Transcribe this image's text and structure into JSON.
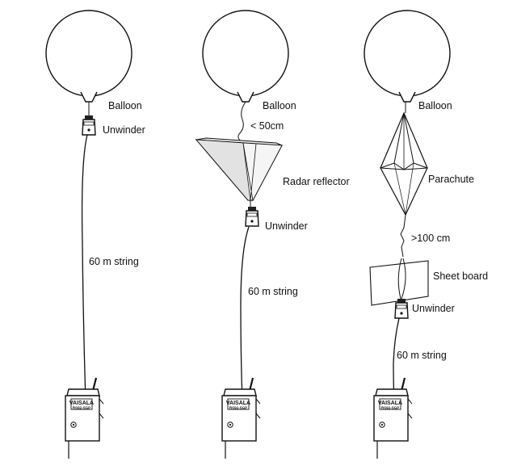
{
  "setups": [
    {
      "balloon_label": "Balloon",
      "unwinder_label": "Unwinder",
      "string_label": "60 m string",
      "radiosonde": {
        "brand": "VAISALA",
        "model": "RS92-SGP"
      }
    },
    {
      "balloon_label": "Balloon",
      "gap_label": "< 50cm",
      "reflector_label": "Radar reflector",
      "unwinder_label": "Unwinder",
      "string_label": "60 m string",
      "radiosonde": {
        "brand": "VAISALA",
        "model": "RS92-SGP"
      }
    },
    {
      "balloon_label": "Balloon",
      "parachute_label": "Parachute",
      "gap_label": ">100 cm",
      "board_label": "Sheet board",
      "unwinder_label": "Unwinder",
      "string_label": "60 m string",
      "radiosonde": {
        "brand": "VAISALA",
        "model": "RS92-SGP"
      }
    }
  ]
}
